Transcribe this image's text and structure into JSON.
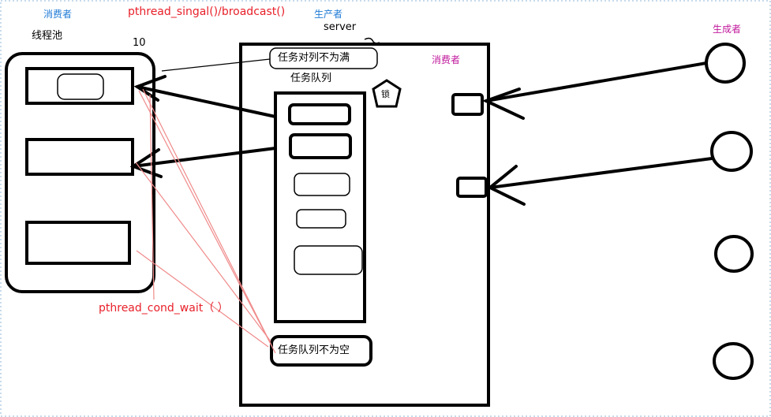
{
  "labels": {
    "consumer_top": "消费者",
    "signal_call": "pthread_singal()/broadcast()",
    "producer_top": "生产者",
    "server": "server",
    "thread_pool": "线程池",
    "pool_count": "10",
    "queue_not_full": "任务对列不为满",
    "task_queue": "任务队列",
    "lock": "锁",
    "consumer_right": "消费者",
    "producer_right": "生成者",
    "cond_wait": "pthread_cond_wait（ ）",
    "queue_not_empty": "任务队列不为空"
  },
  "colors": {
    "blue_text": "#1e7ad6",
    "red_text": "#e8202a",
    "magenta_text": "#c0179b",
    "red_line": "#f08a8a",
    "stroke": "#000000"
  }
}
